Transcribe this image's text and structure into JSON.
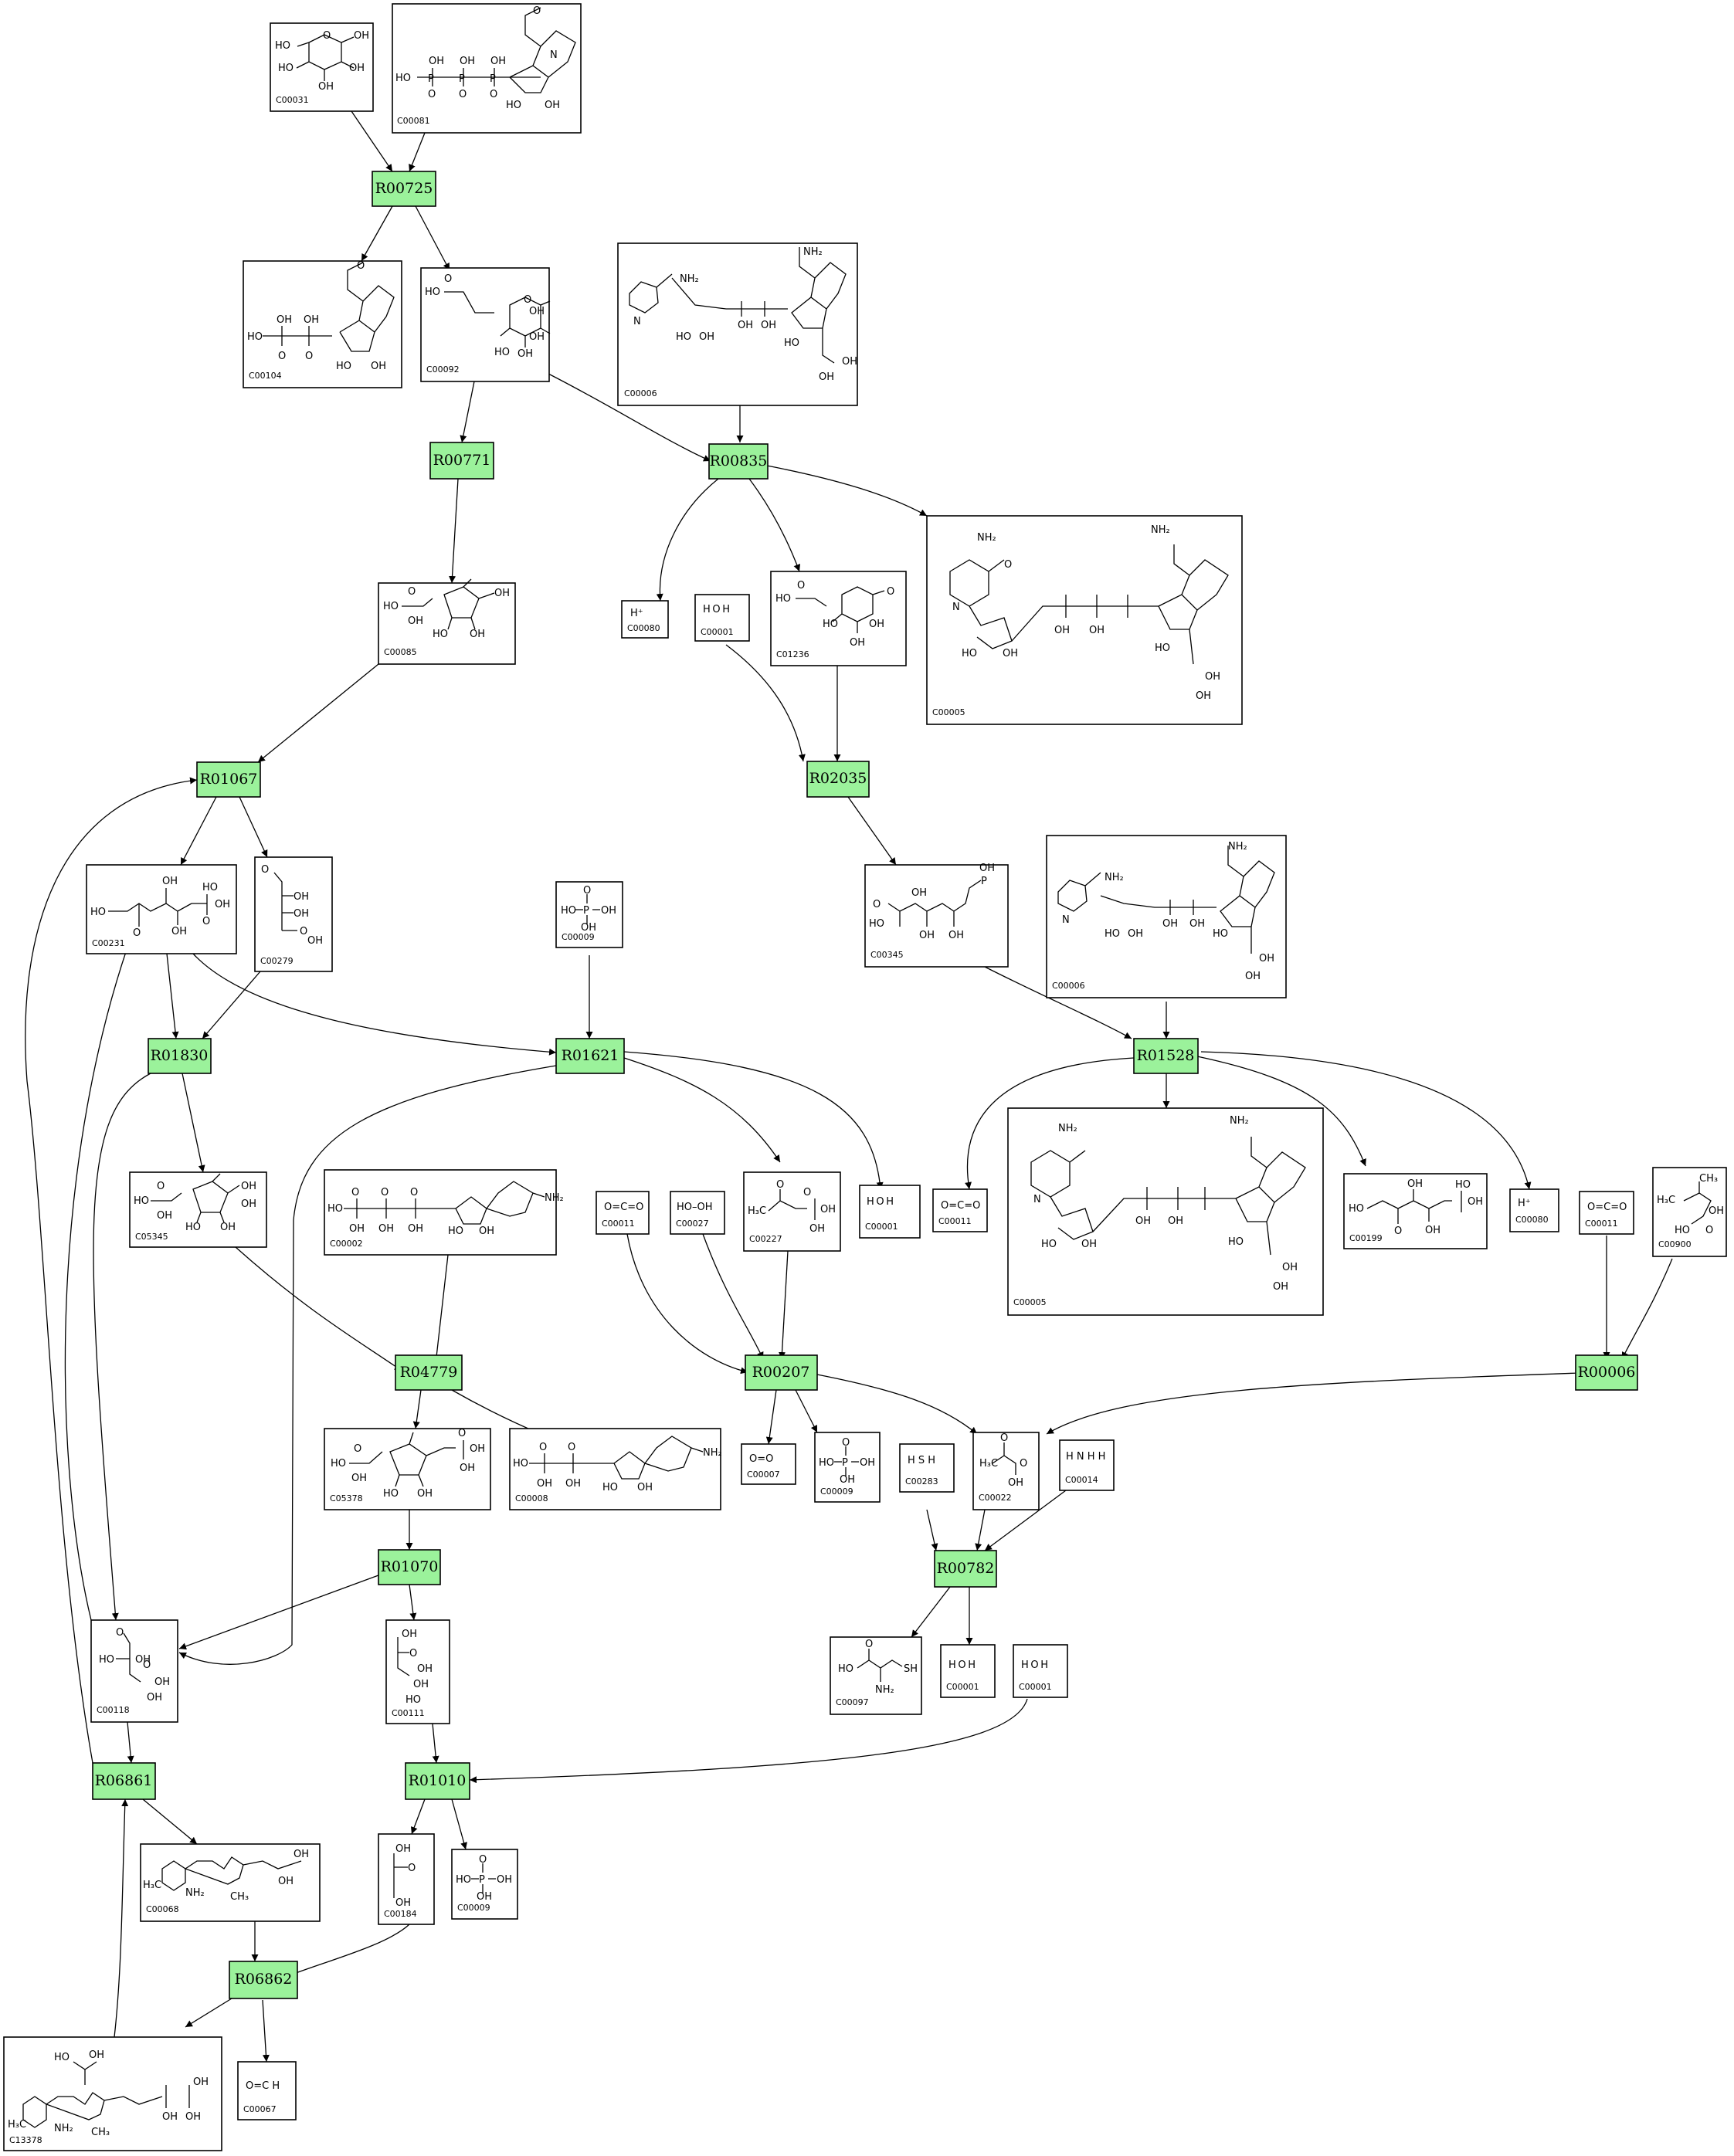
{
  "reactions": [
    "R00725",
    "R00771",
    "R00835",
    "R01067",
    "R02035",
    "R01830",
    "R01621",
    "R01528",
    "R04779",
    "R00207",
    "R00006",
    "R01070",
    "R00782",
    "R06861",
    "R01010",
    "R06862"
  ],
  "compounds": {
    "c00031": "C00031",
    "c00081": "C00081",
    "c00104": "C00104",
    "c00092": "C00092",
    "c00006a": "C00006",
    "c00085": "C00085",
    "c00080a": "C00080",
    "c00001a": "C00001",
    "c01236": "C01236",
    "c00005a": "C00005",
    "c00231": "C00231",
    "c00279": "C00279",
    "c00009a": "C00009",
    "c00345": "C00345",
    "c00006b": "C00006",
    "c05345": "C05345",
    "c00002": "C00002",
    "c00011a": "C00011",
    "c00027": "C00027",
    "c00227": "C00227",
    "c00001b": "C00001",
    "c00011b": "C00011",
    "c00005b": "C00005",
    "c00199": "C00199",
    "c00080b": "C00080",
    "c00011c": "C00011",
    "c00900": "C00900",
    "c05378": "C05378",
    "c00008": "C00008",
    "c00007": "C00007",
    "c00009b": "C00009",
    "c00283": "C00283",
    "c00022": "C00022",
    "c00014": "C00014",
    "c00118": "C00118",
    "c00111": "C00111",
    "c00097": "C00097",
    "c00001c": "C00001",
    "c00001d": "C00001",
    "c00068": "C00068",
    "c00184": "C00184",
    "c00009c": "C00009",
    "c13378": "C13378",
    "c00067": "C00067"
  },
  "structure_text": {
    "hplus": "H⁺",
    "water": "H O H",
    "co2": "O=C=O",
    "h2o2": "HO–OH",
    "o2": "O=O",
    "h2s": "H S H",
    "nh3": "H N H H",
    "formaldehyde": "O=C H",
    "phosphate": "HO–P(=O)(OH)–OH",
    "nh2": "NH₂",
    "oh": "OH",
    "ho": "HO",
    "o": "O",
    "n": "N",
    "p": "P",
    "ch3": "CH₃",
    "h3c": "H₃C",
    "sh": "SH"
  }
}
